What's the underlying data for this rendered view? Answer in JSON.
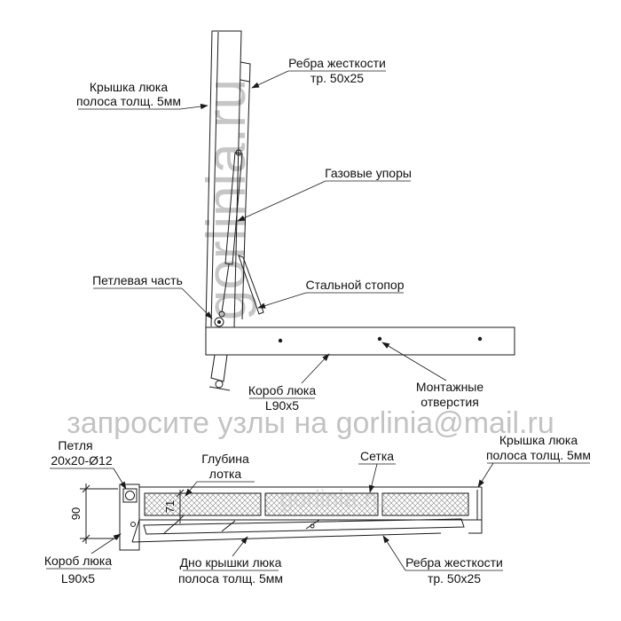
{
  "watermarks": {
    "vertical": "gorlinia.ru",
    "banner": "запросите узлы на gorlinia@mail.ru",
    "faint": "gorlinia.ru"
  },
  "top_view": {
    "labels": {
      "cover": {
        "l1": "Крышка люка",
        "l2": "полоса толщ. 5мм"
      },
      "ribs": {
        "l1": "Ребра жесткости",
        "l2": "тр. 50x25"
      },
      "gas_struts": {
        "l1": "Газовые упоры"
      },
      "hinge_part": {
        "l1": "Петлевая часть"
      },
      "steel_stopper": {
        "l1": "Стальной стопор"
      },
      "hatch_box": {
        "l1": "Короб люка",
        "l2": "L90x5"
      },
      "mounting_holes": {
        "l1": "Монтажные",
        "l2": "отверстия"
      }
    }
  },
  "bottom_view": {
    "labels": {
      "hinge": {
        "l1": "Петля",
        "l2": "20x20-Ø12"
      },
      "tray_depth": {
        "l1": "Глубина",
        "l2": "лотка"
      },
      "mesh": {
        "l1": "Сетка"
      },
      "cover": {
        "l1": "Крышка люка",
        "l2": "полоса толщ. 5мм"
      },
      "hatch_box": {
        "l1": "Короб люка",
        "l2": "L90x5"
      },
      "cover_bottom": {
        "l1": "Дно крышки люка",
        "l2": "полоса толщ. 5мм"
      },
      "ribs": {
        "l1": "Ребра жесткости",
        "l2": "тр. 50x25"
      }
    },
    "dimensions": {
      "height": "90",
      "depth": "71"
    }
  }
}
